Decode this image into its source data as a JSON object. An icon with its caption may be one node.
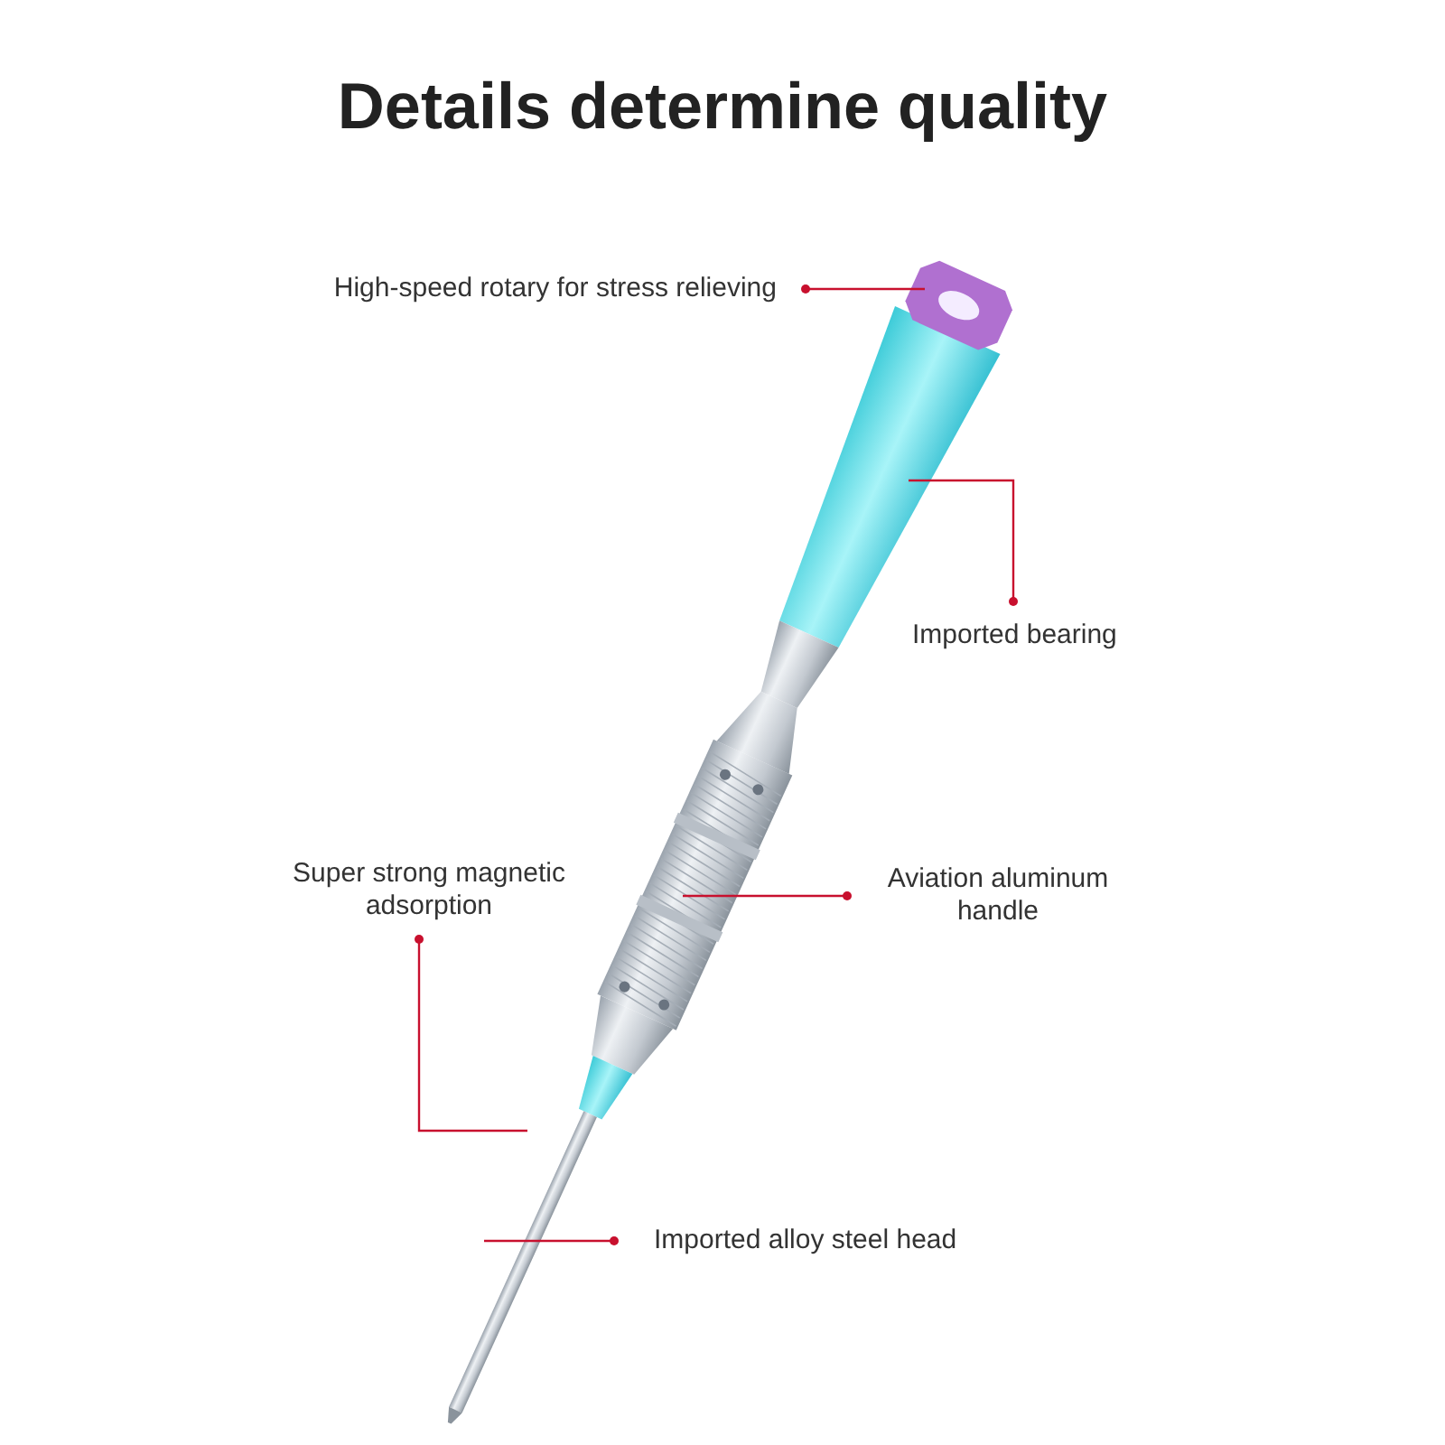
{
  "diagram": {
    "title": "Details determine quality",
    "nodes": [
      {
        "text": [
          "High-speed rotary for stress relieving"
        ]
      },
      {
        "text": [
          "Imported bearing"
        ]
      },
      {
        "text": [
          "Super strong magnetic adsorption"
        ]
      },
      {
        "text": [
          "Aviation aluminum handle"
        ]
      },
      {
        "text": [
          "Imported alloy steel head"
        ]
      }
    ],
    "edges": [
      {
        "from": 0,
        "to": null,
        "arrow": "other",
        "color": "#c8102e"
      },
      {
        "from": 1,
        "to": null,
        "arrow": "other",
        "color": "#c8102e"
      },
      {
        "from": 2,
        "to": null,
        "arrow": "other",
        "color": "#c8102e"
      },
      {
        "from": 3,
        "to": null,
        "arrow": "other",
        "color": "#c8102e"
      },
      {
        "from": 4,
        "to": null,
        "arrow": "other",
        "color": "#c8102e"
      }
    ]
  }
}
